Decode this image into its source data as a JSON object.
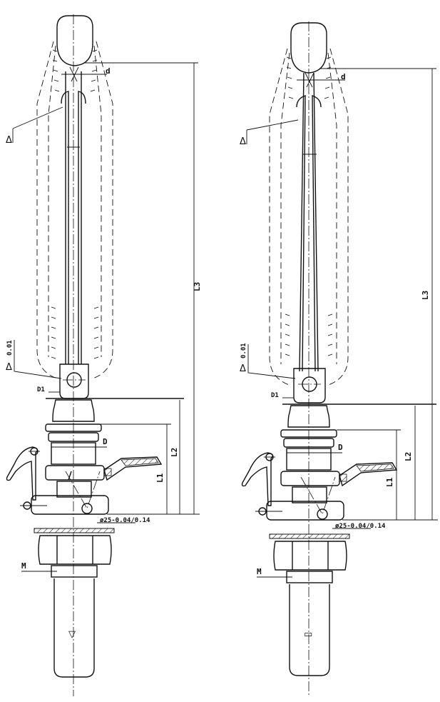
{
  "views": [
    {
      "name": "left-view",
      "labels": {
        "d": "d",
        "l3": "L3",
        "l2": "L2",
        "l1": "L1",
        "d_main": "D",
        "d1": "D1",
        "m": "M",
        "dia": "ø25-0.04/0.14",
        "tol": "0.01",
        "flat_symbol": "Δ",
        "flat_symbol2": "Δ",
        "bottom_marker": "▽"
      }
    },
    {
      "name": "right-view",
      "labels": {
        "d": "d",
        "l3": "L3",
        "l2": "L2",
        "l1": "L1",
        "d_main": "D",
        "d1": "D1",
        "m": "M",
        "dia": "ø25-0.04/0.14",
        "tol": "0.01",
        "flat_symbol": "Δ",
        "flat_symbol2": "Δ",
        "bottom_marker": "▭"
      }
    }
  ]
}
